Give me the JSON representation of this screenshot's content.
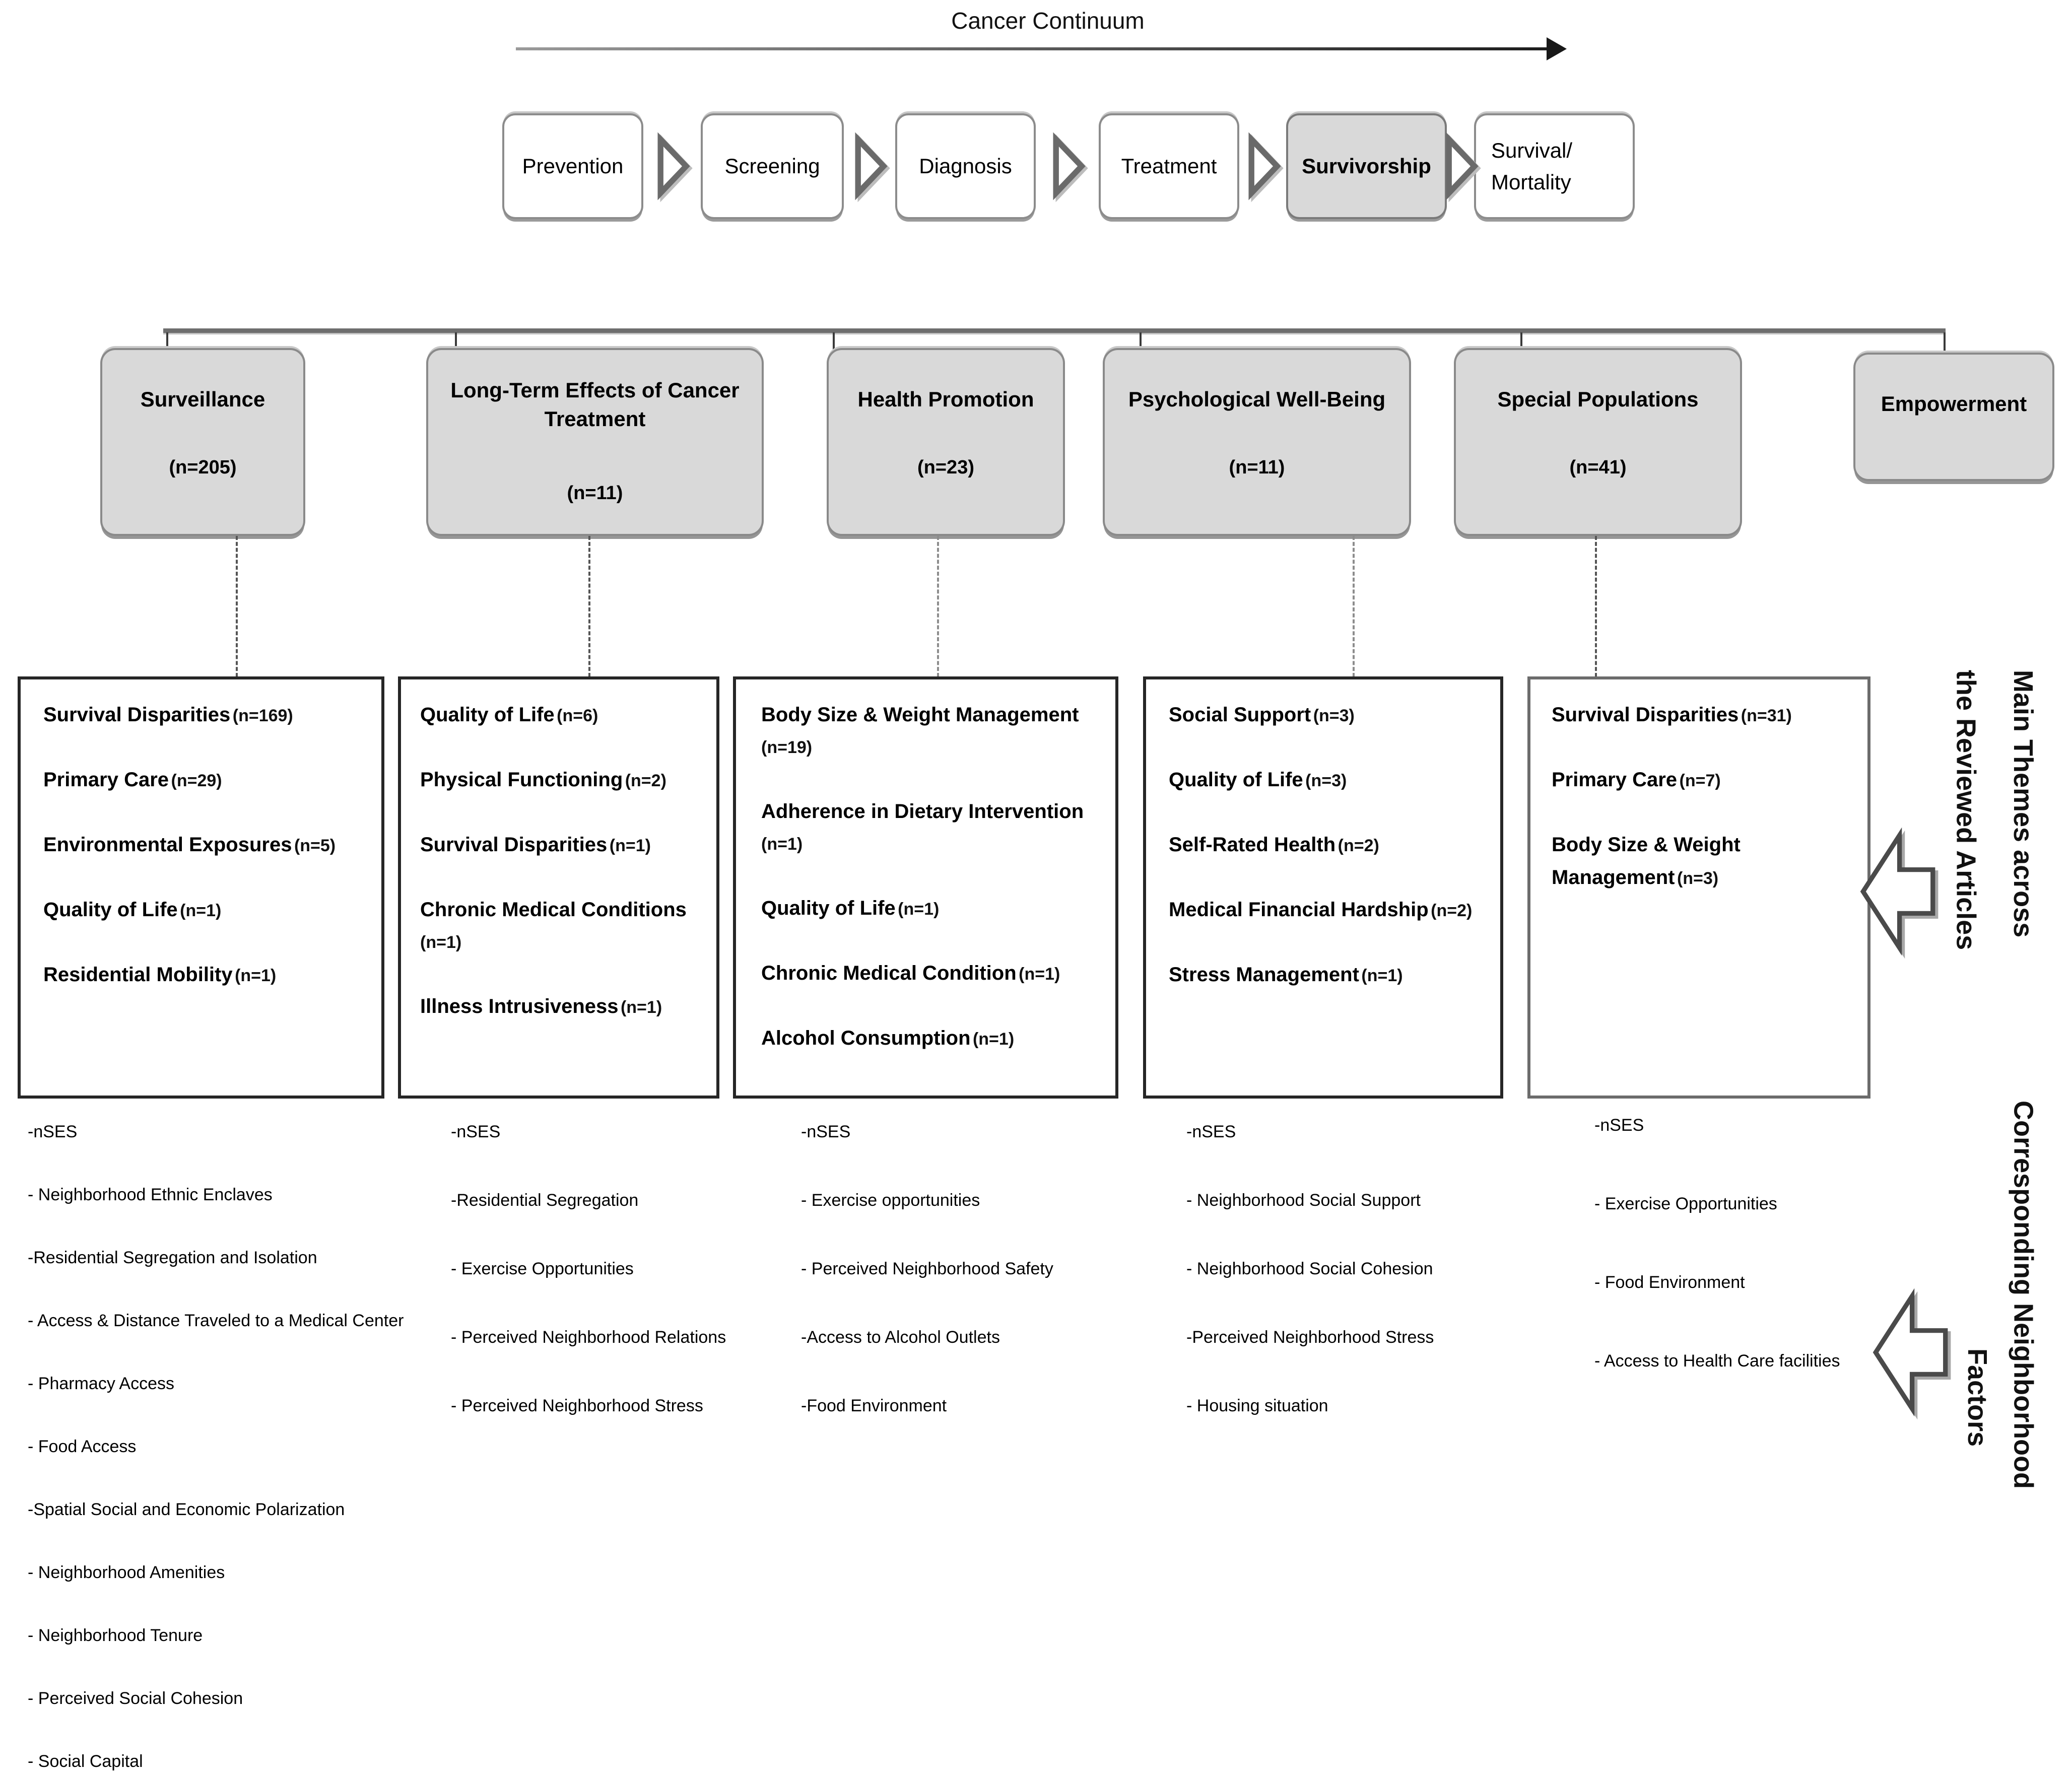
{
  "title": "Cancer Continuum",
  "stages": [
    {
      "label": "Prevention"
    },
    {
      "label": "Screening"
    },
    {
      "label": "Diagnosis"
    },
    {
      "label": "Treatment"
    },
    {
      "label": "Survivorship",
      "highlighted": true
    },
    {
      "label": "Survival/\nMortality"
    }
  ],
  "stage_labels": {
    "s0": "Prevention",
    "s1": "Screening",
    "s2": "Diagnosis",
    "s3": "Treatment",
    "s4": "Survivorship",
    "s5a": "Survival/",
    "s5b": "Mortality"
  },
  "categories": [
    {
      "label": "Surveillance",
      "n": "(n=205)"
    },
    {
      "label": "Long-Term Effects of Cancer Treatment",
      "n": "(n=11)"
    },
    {
      "label": "Health Promotion",
      "n": "(n=23)"
    },
    {
      "label": "Psychological Well-Being",
      "n": "(n=11)"
    },
    {
      "label": "Special Populations",
      "n": "(n=41)"
    },
    {
      "label": "Empowerment"
    }
  ],
  "theme_boxes": [
    {
      "themes": [
        {
          "label": "Survival Disparities",
          "n": "(n=169)"
        },
        {
          "label": "Primary Care",
          "n": "(n=29)"
        },
        {
          "label": "Environmental Exposures",
          "n": "(n=5)"
        },
        {
          "label": "Quality of Life",
          "n": "(n=1)"
        },
        {
          "label": "Residential Mobility",
          "n": "(n=1)"
        }
      ]
    },
    {
      "themes": [
        {
          "label": "Quality of Life",
          "n": "(n=6)"
        },
        {
          "label": "Physical Functioning",
          "n": "(n=2)"
        },
        {
          "label": "Survival Disparities",
          "n": "(n=1)"
        },
        {
          "label": "Chronic Medical Conditions",
          "n": "(n=1)"
        },
        {
          "label": "Illness Intrusiveness",
          "n": "(n=1)"
        }
      ]
    },
    {
      "themes": [
        {
          "label": "Body Size & Weight Management",
          "n": "(n=19)"
        },
        {
          "label": "Adherence in Dietary Intervention",
          "n": "(n=1)"
        },
        {
          "label": "Quality of Life",
          "n": "(n=1)"
        },
        {
          "label": "Chronic Medical Condition",
          "n": "(n=1)"
        },
        {
          "label": "Alcohol Consumption",
          "n": "(n=1)"
        }
      ]
    },
    {
      "themes": [
        {
          "label": "Social Support",
          "n": "(n=3)"
        },
        {
          "label": "Quality of Life",
          "n": "(n=3)"
        },
        {
          "label": "Self-Rated Health",
          "n": "(n=2)"
        },
        {
          "label": "Medical Financial Hardship",
          "n": "(n=2)"
        },
        {
          "label": "Stress Management",
          "n": "(n=1)"
        }
      ]
    },
    {
      "themes": [
        {
          "label": "Survival Disparities",
          "n": "(n=31)"
        },
        {
          "label": "Primary Care",
          "n": "(n=7)"
        },
        {
          "label": "Body Size & Weight Management",
          "n": "(n=3)"
        }
      ]
    }
  ],
  "factor_lists": [
    [
      "-nSES",
      "- Neighborhood Ethnic Enclaves",
      "-Residential Segregation and Isolation",
      "- Access & Distance Traveled to a Medical Center",
      "- Pharmacy Access",
      "- Food Access",
      "-Spatial Social and Economic Polarization",
      "- Neighborhood Amenities",
      "- Neighborhood Tenure",
      "- Perceived Social Cohesion",
      "- Social Capital"
    ],
    [
      "-nSES",
      "-Residential Segregation",
      "- Exercise Opportunities",
      "- Perceived Neighborhood Relations",
      "- Perceived Neighborhood Stress"
    ],
    [
      "-nSES",
      "- Exercise opportunities",
      "- Perceived Neighborhood Safety",
      "-Access to Alcohol Outlets",
      "-Food Environment"
    ],
    [
      "-nSES",
      "- Neighborhood Social Support",
      "- Neighborhood Social Cohesion",
      "-Perceived Neighborhood Stress",
      "- Housing situation"
    ],
    [
      "-nSES",
      "- Exercise Opportunities",
      "- Food Environment",
      "- Access to Health Care facilities"
    ]
  ],
  "side_labels": {
    "main_themes_line1": "Main Themes across",
    "main_themes_line2": "the Reviewed Articles",
    "factors_line1": "Corresponding Neighborhood",
    "factors_line2": "Factors"
  },
  "colors": {
    "box_fill_gray": "#d9d9d9",
    "box_border": "#8a8a8a",
    "theme_border": "#262626",
    "connector": "#6e6e6e",
    "text": "#000000"
  }
}
